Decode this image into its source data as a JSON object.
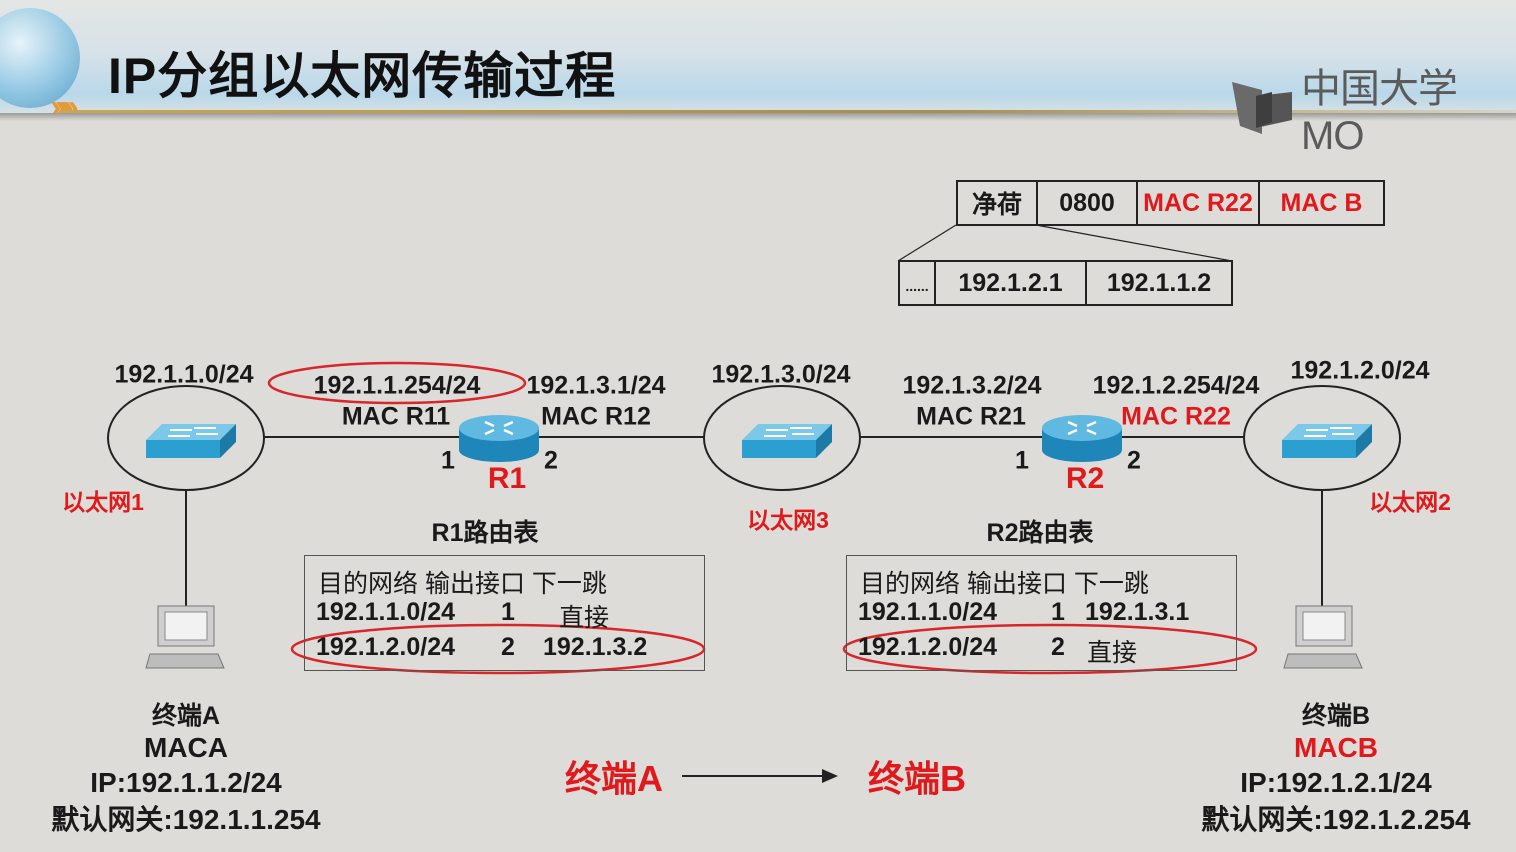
{
  "header": {
    "title": "IP分组以太网传输过程",
    "logo_text": "中国大学MO"
  },
  "colors": {
    "accent_red": "#e0191c",
    "device_blue": "#2a9fd0"
  },
  "frame": {
    "ethernet": [
      "净荷",
      "0800",
      "MAC R22",
      "MAC B"
    ],
    "ip": [
      "......",
      "192.1.2.1",
      "192.1.1.2"
    ]
  },
  "networks": {
    "net1": {
      "prefix": "192.1.1.0/24",
      "label": "以太网1"
    },
    "net3": {
      "prefix": "192.1.3.0/24",
      "label": "以太网3"
    },
    "net2": {
      "prefix": "192.1.2.0/24",
      "label": "以太网2"
    }
  },
  "routers": {
    "r1": {
      "name": "R1",
      "if1_ip": "192.1.1.254/24",
      "if1_mac": "MAC R11",
      "if2_ip": "192.1.3.1/24",
      "if2_mac": "MAC R12",
      "port1": "1",
      "port2": "2"
    },
    "r2": {
      "name": "R2",
      "if1_ip": "192.1.3.2/24",
      "if1_mac": "MAC R21",
      "if2_ip": "192.1.2.254/24",
      "if2_mac": "MAC R22",
      "port1": "1",
      "port2": "2"
    }
  },
  "tables": {
    "r1": {
      "title": "R1路由表",
      "header": "目的网络  输出接口 下一跳",
      "rows": [
        [
          "192.1.1.0/24",
          "1",
          "直接"
        ],
        [
          "192.1.2.0/24",
          "2",
          "192.1.3.2"
        ]
      ]
    },
    "r2": {
      "title": "R2路由表",
      "header": "目的网络  输出接口 下一跳",
      "rows": [
        [
          "192.1.1.0/24",
          "1",
          "192.1.3.1"
        ],
        [
          "192.1.2.0/24",
          "2",
          "直接"
        ]
      ]
    }
  },
  "hosts": {
    "a": {
      "name": "终端A",
      "mac": "MACA",
      "ip": "IP:192.1.1.2/24",
      "gateway": "默认网关:192.1.1.254"
    },
    "b": {
      "name": "终端B",
      "mac": "MACB",
      "ip": "IP:192.1.2.1/24",
      "gateway": "默认网关:192.1.2.254"
    }
  },
  "flow": {
    "from": "终端A",
    "to": "终端B"
  }
}
